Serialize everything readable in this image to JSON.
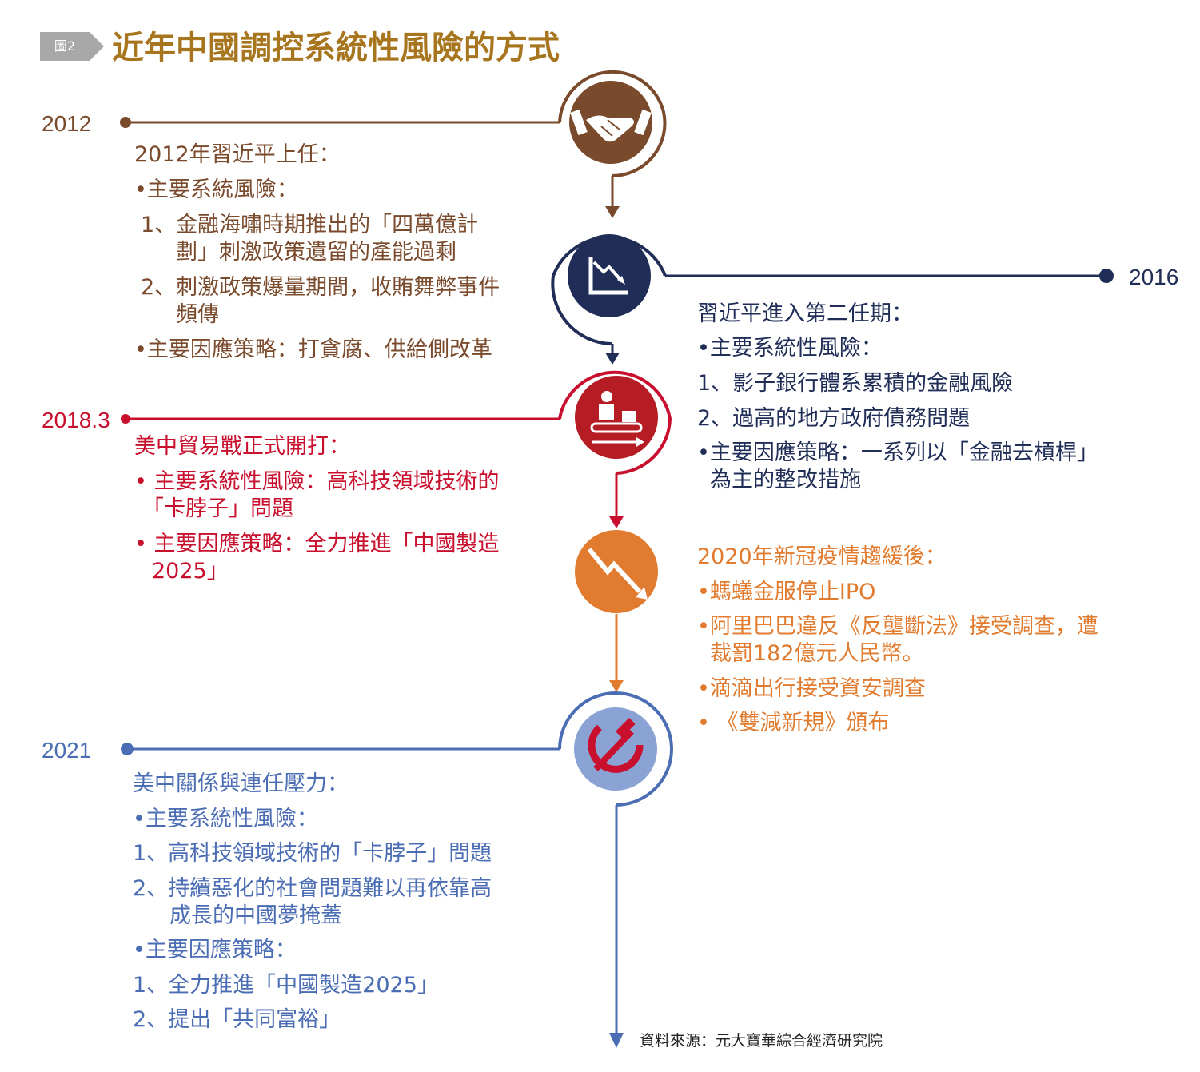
{
  "header": {
    "fig_tag": "圖2",
    "title": "近年中國調控系統性風險的方式"
  },
  "colors": {
    "y2012": "#7a4a2c",
    "y2016": "#1f2d57",
    "y2018": "#c8102e",
    "y2020": "#e07b2f",
    "y2021": "#4b6db4",
    "title": "#a8751f"
  },
  "years": {
    "y2012": "2012",
    "y2016": "2016",
    "y2018": "2018.3",
    "y2021": "2021"
  },
  "icons": {
    "y2012": "handshake-icon",
    "y2016": "declining-chart-icon",
    "y2018": "factory-conveyor-icon",
    "y2020": "falling-arrow-icon",
    "y2021": "hammer-sickle-icon"
  },
  "b2012": {
    "heading": "2012年習近平上任：",
    "risk_label": "•主要系統風險：",
    "risk1_line1": "1、金融海嘯時期推出的「四萬億計",
    "risk1_line2": "劃」刺激政策遺留的產能過剩",
    "risk2_line1": "2、刺激政策爆量期間，收賄舞弊事件",
    "risk2_line2": "頻傳",
    "strategy": "•主要因應策略：打貪腐、供給側改革"
  },
  "b2016": {
    "heading": "習近平進入第二任期：",
    "risk_label": "•主要系統性風險：",
    "risk1": "1、影子銀行體系累積的金融風險",
    "risk2": "2、過高的地方政府債務問題",
    "strategy_line1": "•主要因應策略：一系列以「金融去槓桿」",
    "strategy_line2": "為主的整改措施"
  },
  "b2018": {
    "heading": "美中貿易戰正式開打：",
    "risk_line1": "• 主要系統性風險：高科技領域技術的",
    "risk_line2": "「卡脖子」問題",
    "strategy_line1": "• 主要因應策略：全力推進「中國製造",
    "strategy_line2": "2025」"
  },
  "b2020": {
    "heading": "2020年新冠疫情趨緩後：",
    "item1": "•螞蟻金服停止IPO",
    "item2_line1": "•阿里巴巴違反《反壟斷法》接受調查，遭",
    "item2_line2": "裁罰182億元人民幣。",
    "item3": "•滴滴出行接受資安調查",
    "item4": "• 《雙減新規》頒布"
  },
  "b2021": {
    "heading": "美中關係與連任壓力：",
    "risk_label": "•主要系統性風險：",
    "risk1": "1、高科技領域技術的「卡脖子」問題",
    "risk2_line1": "2、持續惡化的社會問題難以再依靠高",
    "risk2_line2": "成長的中國夢掩蓋",
    "strategy_label": "•主要因應策略：",
    "strategy1": "1、全力推進「中國製造2025」",
    "strategy2": "2、提出「共同富裕」"
  },
  "source": "資料來源：元大寶華綜合經濟研究院"
}
